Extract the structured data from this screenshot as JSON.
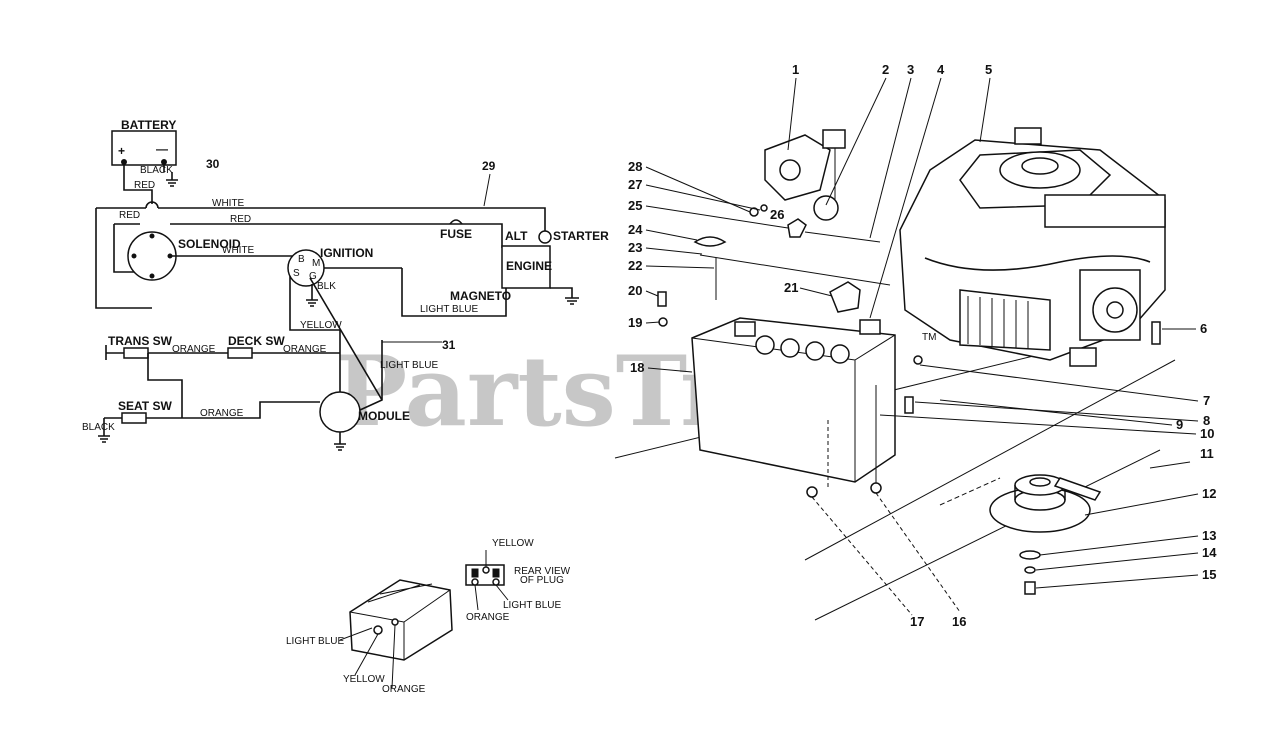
{
  "watermark": {
    "text": "PartsTree",
    "tm": "TM"
  },
  "wiring": {
    "battery": "BATTERY",
    "plus": "+",
    "minus": "—",
    "black_top": "BLACK",
    "red_top": "RED",
    "white_top": "WHITE",
    "red_mid": "RED",
    "red_left": "RED",
    "solenoid": "SOLENOID",
    "white_mid": "WHITE",
    "ignition": "IGNITION",
    "fuse": "FUSE",
    "alt": "ALT",
    "starter": "STARTER",
    "engine": "ENGINE",
    "magneto": "MAGNETO",
    "light_blue_magneto": "LIGHT BLUE",
    "blk": "BLK",
    "b": "B",
    "m": "M",
    "s": "S",
    "g": "G",
    "yellow": "YELLOW",
    "trans_sw": "TRANS SW",
    "orange1": "ORANGE",
    "deck_sw": "DECK SW",
    "orange2": "ORANGE",
    "light_blue_module": "LIGHT BLUE",
    "seat_sw": "SEAT SW",
    "orange3": "ORANGE",
    "black_bottom": "BLACK",
    "module": "MODULE"
  },
  "plug": {
    "yellow_top": "YELLOW",
    "rear_view": "REAR VIEW",
    "of_plug": "OF PLUG",
    "orange_right": "ORANGE",
    "light_blue_right": "LIGHT BLUE",
    "light_blue_left": "LIGHT BLUE",
    "yellow_bottom": "YELLOW",
    "orange_bottom": "ORANGE"
  },
  "callouts": {
    "n1": "1",
    "n2": "2",
    "n3": "3",
    "n4": "4",
    "n5": "5",
    "n6": "6",
    "n7": "7",
    "n8": "8",
    "n9": "9",
    "n10": "10",
    "n11": "11",
    "n12": "12",
    "n13": "13",
    "n14": "14",
    "n15": "15",
    "n16": "16",
    "n17": "17",
    "n18": "18",
    "n19": "19",
    "n20": "20",
    "n21": "21",
    "n22": "22",
    "n23": "23",
    "n24": "24",
    "n25": "25",
    "n26": "26",
    "n27": "27",
    "n28": "28",
    "n29": "29",
    "n30": "30",
    "n31": "31"
  }
}
